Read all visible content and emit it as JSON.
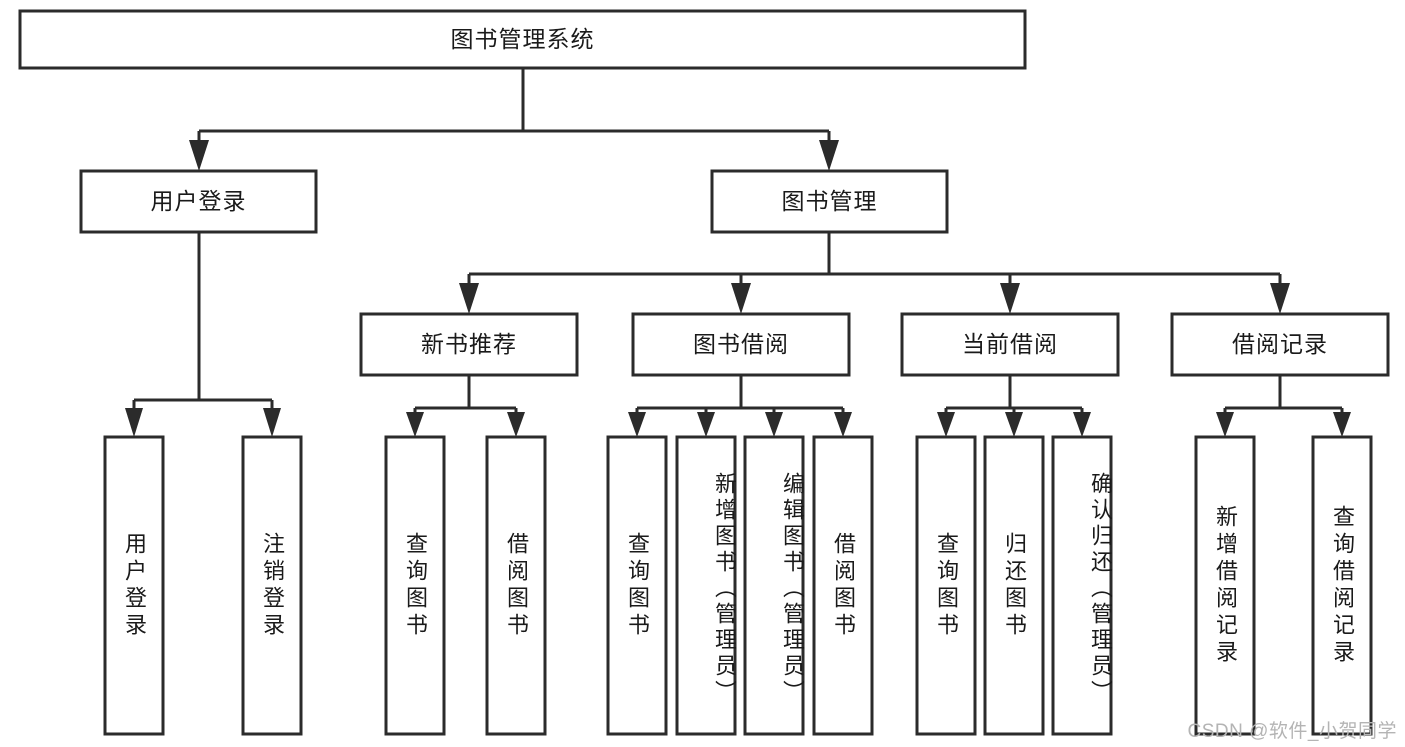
{
  "diagram": {
    "title": "图书管理系统",
    "type": "tree-hierarchy",
    "root": {
      "label": "图书管理系统"
    },
    "level2": [
      {
        "label": "用户登录"
      },
      {
        "label": "图书管理"
      }
    ],
    "level3": [
      {
        "label": "新书推荐"
      },
      {
        "label": "图书借阅"
      },
      {
        "label": "当前借阅"
      },
      {
        "label": "借阅记录"
      }
    ],
    "leaves": {
      "user_login": [
        {
          "label": "用户登录"
        },
        {
          "label": "注销登录"
        }
      ],
      "new_book_recommend": [
        {
          "label": "查询图书"
        },
        {
          "label": "借阅图书"
        }
      ],
      "book_borrow": [
        {
          "label": "查询图书"
        },
        {
          "label": "新增图书（管理员）"
        },
        {
          "label": "编辑图书（管理员）"
        },
        {
          "label": "借阅图书"
        }
      ],
      "current_borrow": [
        {
          "label": "查询图书"
        },
        {
          "label": "归还图书"
        },
        {
          "label": "确认归还（管理员）"
        }
      ],
      "borrow_record": [
        {
          "label": "新增借阅记录"
        },
        {
          "label": "查询借阅记录"
        }
      ]
    }
  },
  "watermark": {
    "text": "CSDN @软件_小贺同学"
  },
  "colors": {
    "stroke": "#2b2b2b",
    "box_fill": "#ffffff",
    "text": "#1a1a1a",
    "watermark": "#b4b4b4",
    "background": "#ffffff"
  }
}
